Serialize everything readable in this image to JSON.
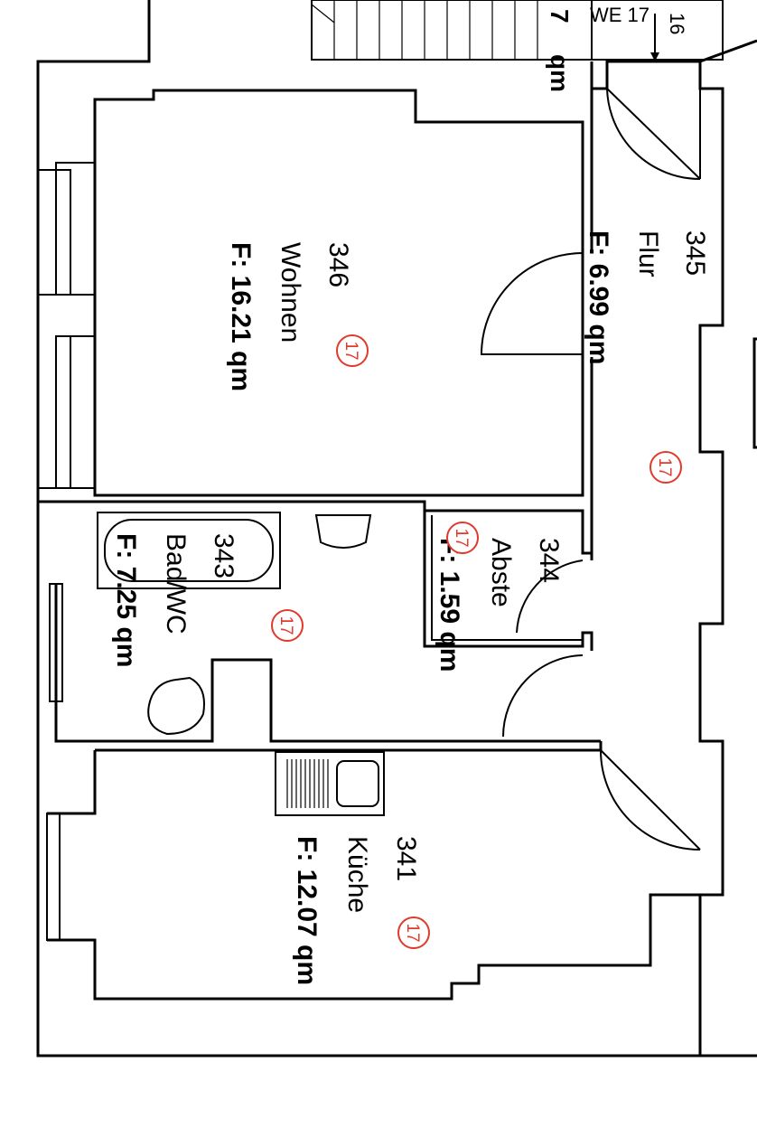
{
  "badge": {
    "color": "#e03a2c"
  },
  "top_notes": {
    "unit_label": "WE 17",
    "stair_number": "16",
    "partial_area": "7",
    "partial_unit": "qm"
  },
  "rooms": [
    {
      "id": "wohnen",
      "number": "346",
      "name": "Wohnen",
      "area": "F:  16.21  qm",
      "badge": "17"
    },
    {
      "id": "flur",
      "number": "345",
      "name": "Flur",
      "area": "F:  6.99  qm",
      "badge": "17"
    },
    {
      "id": "abstell",
      "number": "344",
      "name": "Abste",
      "area": "F:  1.59  qm",
      "badge": "17"
    },
    {
      "id": "bad",
      "number": "343",
      "name": "Bad/WC",
      "area": "F:  7.25  qm",
      "badge": "17"
    },
    {
      "id": "kueche",
      "number": "341",
      "name": "Küche",
      "area": "F:  12.07  qm",
      "badge": "17"
    }
  ]
}
